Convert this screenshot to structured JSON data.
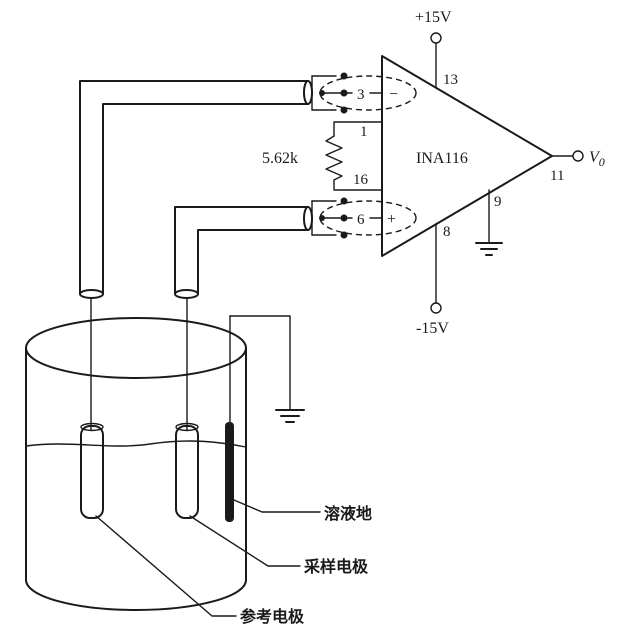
{
  "amplifier": {
    "name": "INA116",
    "pins": {
      "pin3": "3",
      "pin6": "6",
      "pin1": "1",
      "pin16": "16",
      "pin13": "13",
      "pin8": "8",
      "pin9": "9",
      "pin11": "11"
    },
    "minus_sign": "−",
    "plus_sign": "+"
  },
  "supply": {
    "positive": "+15V",
    "negative": "-15V"
  },
  "resistor": {
    "value": "5.62k"
  },
  "output": {
    "label_main": "V",
    "label_sub": "0"
  },
  "labels": {
    "solution_ground": "溶液地",
    "sampling_electrode": "采样电极",
    "reference_electrode": "参考电极"
  }
}
